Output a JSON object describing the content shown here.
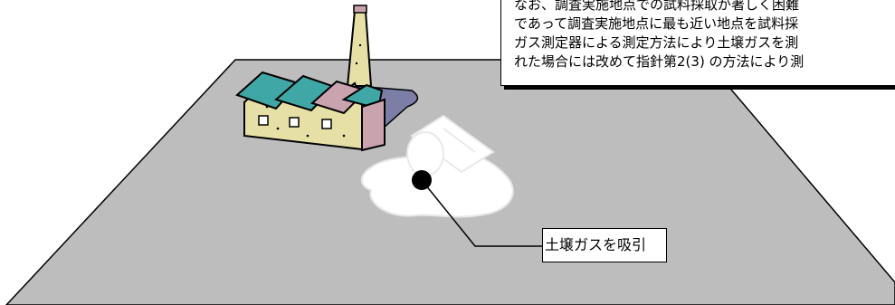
{
  "note": {
    "lines": [
      "なお、調査実施地点での試料採取が著しく困難",
      "であって調査実施地点に最も近い地点を試料採",
      "ガス測定器による測定方法により土壌ガスを測",
      "れた場合には改めて指針第2(3) の方法により測"
    ]
  },
  "callout": {
    "label": "土壌ガスを吸引"
  },
  "colors": {
    "ground": "#bdbdbd",
    "outline": "#000000",
    "roof_teal": "#3fa7a5",
    "roof_pink": "#c9a3ae",
    "wall": "#e6e0a6",
    "shadow": "#7b7fa8",
    "spill": "#ffffff"
  },
  "icons": [
    "factory-icon",
    "spilled-drum-icon",
    "sampling-point-icon"
  ]
}
